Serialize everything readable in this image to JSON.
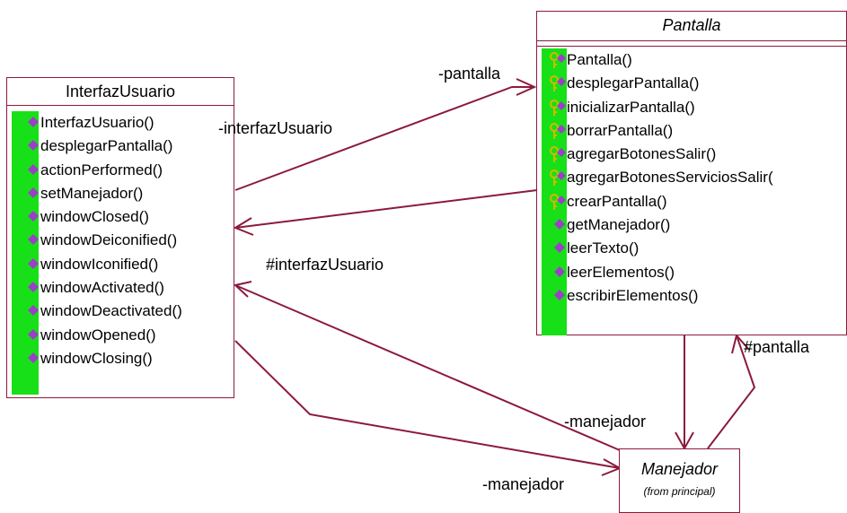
{
  "classes": {
    "interfaz": {
      "name": "InterfazUsuario",
      "operations": [
        "InterfazUsuario()",
        "desplegarPantalla()",
        "actionPerformed()",
        "setManejador()",
        "windowClosed()",
        "windowDeiconified()",
        "windowIconified()",
        "windowActivated()",
        "windowDeactivated()",
        "windowOpened()",
        "windowClosing()"
      ]
    },
    "pantalla": {
      "name": "Pantalla",
      "operations": [
        {
          "label": "Pantalla()",
          "icon": "key-method-icon"
        },
        {
          "label": "desplegarPantalla()",
          "icon": "key-method-icon"
        },
        {
          "label": "inicializarPantalla()",
          "icon": "key-method-icon"
        },
        {
          "label": "borrarPantalla()",
          "icon": "key-method-icon"
        },
        {
          "label": "agregarBotonesSalir()",
          "icon": "key-method-icon"
        },
        {
          "label": "agregarBotonesServiciosSalir(",
          "icon": "key-method-icon"
        },
        {
          "label": "crearPantalla()",
          "icon": "key-method-icon"
        },
        {
          "label": "getManejador()",
          "icon": "method-icon"
        },
        {
          "label": "leerTexto()",
          "icon": "method-icon"
        },
        {
          "label": "leerElementos()",
          "icon": "method-icon"
        },
        {
          "label": "escribirElementos()",
          "icon": "method-icon"
        }
      ]
    },
    "manejador": {
      "name": "Manejador",
      "stereotype": "(from principal)"
    }
  },
  "associations": {
    "pantalla_role": "-pantalla",
    "interfaz_role": "-interfazUsuario",
    "interfaz_hash_role": "#interfazUsuario",
    "pantalla_hash_role": "#pantalla",
    "manejador_role_1": "-manejador",
    "manejador_role_2": "-manejador"
  },
  "colors": {
    "line": "#8b1a3c",
    "bar": "#18e018",
    "method_icon": "#9b3fc8",
    "key_icon": "#d4b800"
  }
}
